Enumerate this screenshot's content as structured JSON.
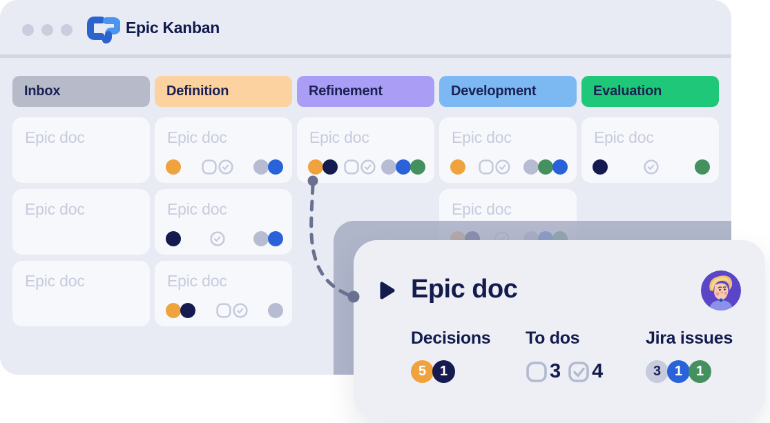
{
  "titlebar": {
    "app_name": "Epic Kanban"
  },
  "palette": {
    "orange": "#f0a23d",
    "navy": "#151b4e",
    "gray": "#b7bcd2",
    "blue": "#2a62d9",
    "green": "#44905f",
    "badge_gray": "#c7cbde",
    "icon_outline": "#c4c9db",
    "connector": "#6a7190",
    "accent_blue_logo": "#2b63cc",
    "accent_lightblue_logo": "#4b94f0"
  },
  "board": {
    "columns": [
      {
        "name": "Inbox",
        "header_color": "#b6bac9",
        "cards": [
          {
            "title": "Epic doc"
          },
          {
            "title": "Epic doc"
          },
          {
            "title": "Epic doc"
          }
        ]
      },
      {
        "name": "Definition",
        "header_color": "#fcd2a0",
        "cards": [
          {
            "title": "Epic doc",
            "left": [
              "orange"
            ],
            "icons": [
              "square",
              "check"
            ],
            "right": [
              "gray",
              "blue"
            ]
          },
          {
            "title": "Epic doc",
            "left": [
              "navy"
            ],
            "icons": [
              "check"
            ],
            "right": [
              "gray",
              "blue"
            ]
          },
          {
            "title": "Epic doc",
            "left": [
              "orange",
              "navy"
            ],
            "icons": [
              "square",
              "check"
            ],
            "right": [
              "gray"
            ]
          }
        ]
      },
      {
        "name": "Refinement",
        "header_color": "#a99df6",
        "cards": [
          {
            "title": "Epic doc",
            "left": [
              "orange",
              "navy"
            ],
            "icons": [
              "square",
              "check"
            ],
            "right": [
              "gray",
              "blue",
              "green"
            ]
          }
        ]
      },
      {
        "name": "Development",
        "header_color": "#7cb9f3",
        "cards": [
          {
            "title": "Epic doc",
            "left": [
              "orange"
            ],
            "icons": [
              "square",
              "check"
            ],
            "right": [
              "gray",
              "green",
              "blue"
            ]
          },
          {
            "title": "Epic doc",
            "left": [
              "orange",
              "navy"
            ],
            "icons": [
              "check"
            ],
            "right": [
              "gray",
              "blue",
              "green"
            ]
          }
        ]
      },
      {
        "name": "Evaluation",
        "header_color": "#1fc878",
        "cards": [
          {
            "title": "Epic doc",
            "left": [
              "navy"
            ],
            "icons": [
              "check"
            ],
            "right": [
              "green"
            ]
          }
        ]
      }
    ]
  },
  "popup": {
    "title": "Epic doc",
    "sections": {
      "decisions": {
        "label": "Decisions",
        "badges": [
          {
            "color": "orange",
            "value": "5"
          },
          {
            "color": "navy",
            "value": "1"
          }
        ]
      },
      "todos": {
        "label": "To dos",
        "open": {
          "value": "3",
          "checked": false
        },
        "done": {
          "value": "4",
          "checked": true
        }
      },
      "jira": {
        "label": "Jira issues",
        "badges": [
          {
            "color": "badge_gray",
            "value": "3",
            "dark_text": true
          },
          {
            "color": "blue",
            "value": "1",
            "dark_text": false
          },
          {
            "color": "green",
            "value": "1",
            "dark_text": false
          }
        ]
      }
    }
  }
}
